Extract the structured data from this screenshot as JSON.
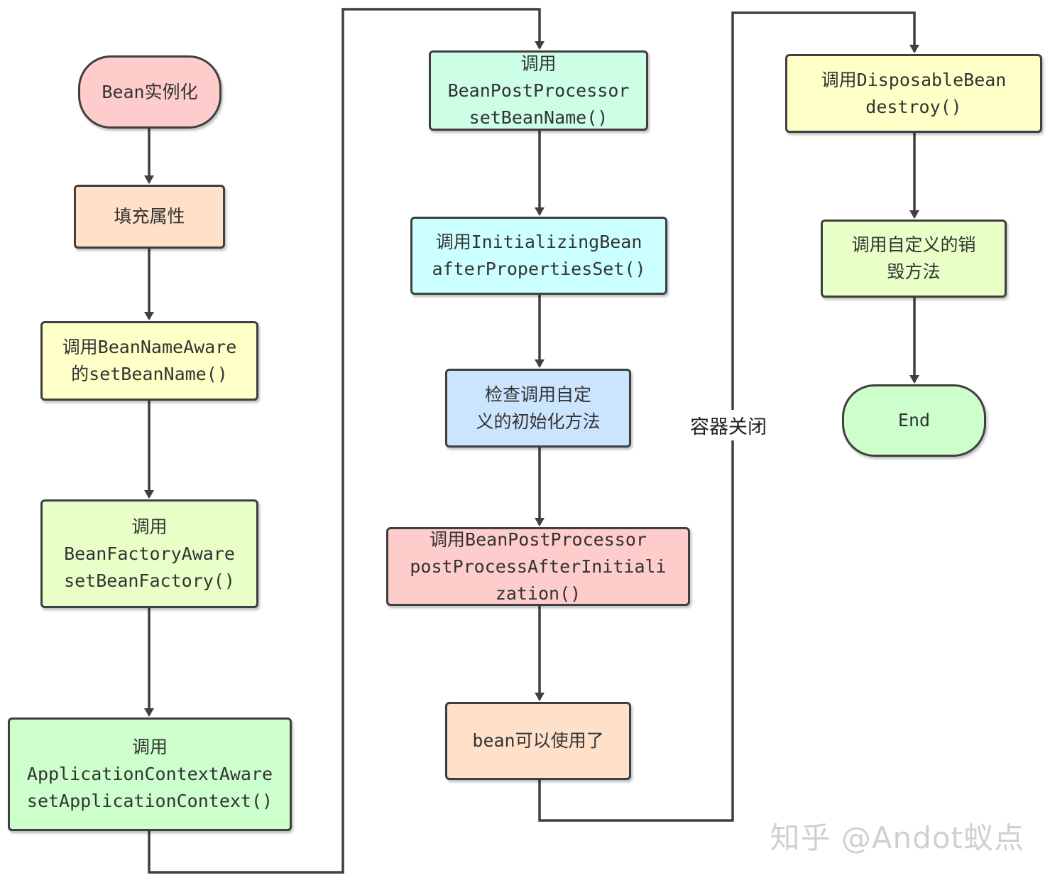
{
  "nodes": {
    "bean_instantiate": {
      "text": "Bean实例化",
      "color": "#ffcccc"
    },
    "populate_props": {
      "text": "填充属性",
      "color": "#ffe0c8"
    },
    "bean_name_aware": {
      "text": "调用BeanNameAware\n的setBeanName()",
      "color": "#ffffc8"
    },
    "bean_factory_aware": {
      "text": "调用\nBeanFactoryAware\nsetBeanFactory()",
      "color": "#e8ffc8"
    },
    "app_context_aware": {
      "text": "调用\nApplicationContextAware\nsetApplicationContext()",
      "color": "#ccffcc"
    },
    "bpp_before": {
      "text": "调用\nBeanPostProcessor\nsetBeanName()",
      "color": "#ccffe6"
    },
    "initializing_bean": {
      "text": "调用InitializingBean\nafterPropertiesSet()",
      "color": "#ccffff"
    },
    "custom_init": {
      "text": "检查调用自定\n义的初始化方法",
      "color": "#cce5ff"
    },
    "bpp_after": {
      "text": "调用BeanPostProcessor\npostProcessAfterInitiali\nzation()",
      "color": "#ffcccc"
    },
    "bean_ready": {
      "text": "bean可以使用了",
      "color": "#ffe0c8"
    },
    "disposable_bean": {
      "text": "调用DisposableBean\ndestroy()",
      "color": "#ffffc8"
    },
    "custom_destroy": {
      "text": "调用自定义的销\n毁方法",
      "color": "#e8ffc8"
    },
    "end": {
      "text": "End",
      "color": "#ccffcc"
    }
  },
  "edge_labels": {
    "container_close": "容器关闭"
  },
  "watermark": "知乎 @Andot蚁点",
  "colors": {
    "line": "#3f3f3f",
    "border": "#3f3f3f"
  }
}
